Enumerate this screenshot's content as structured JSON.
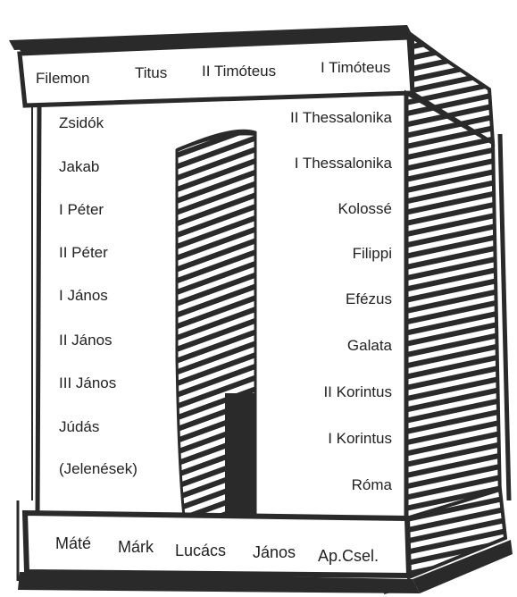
{
  "top_band": [
    "Filemon",
    "Titus",
    "II Timóteus",
    "I Timóteus"
  ],
  "left_column": [
    "Zsidók",
    "Jakab",
    "I Péter",
    "II Péter",
    "I János",
    "II János",
    "III János",
    "Júdás",
    "(Jelenések)"
  ],
  "right_column": [
    "II Thessalonika",
    "I Thessalonika",
    "Kolossé",
    "Filippi",
    "Efézus",
    "Galata",
    "II Korintus",
    "I Korintus",
    "Róma"
  ],
  "bottom_band": [
    "Máté",
    "Márk",
    "Lucács",
    "János",
    "Ap.Csel."
  ],
  "colors": {
    "ink": "#2a2a2a",
    "background": "#ffffff"
  }
}
